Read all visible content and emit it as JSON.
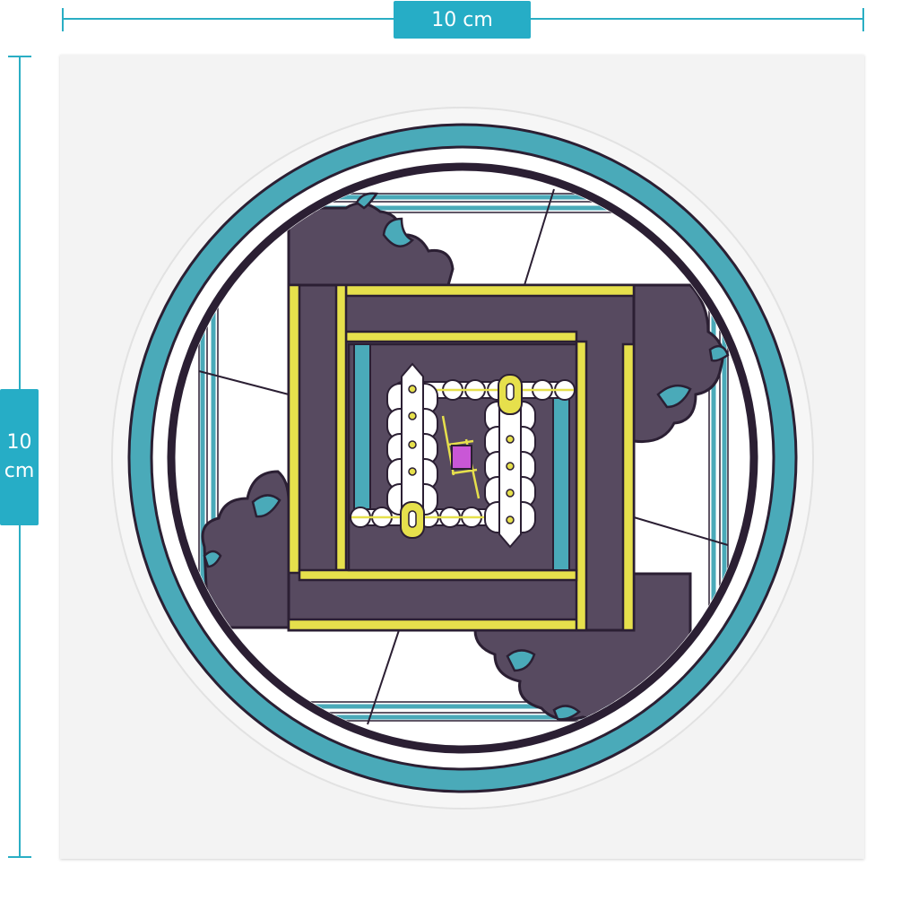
{
  "dimensions": {
    "width_label": "10 cm",
    "height_line1": "10",
    "height_line2": "cm"
  },
  "sticker": {
    "icon": "tiled-spiral-mandala-sticker",
    "colors": {
      "teal": "#4aaab9",
      "plum": "#574a60",
      "yellow": "#e6e04c",
      "outline": "#2b1f33",
      "accent": "#c957d6",
      "paper": "#ffffff",
      "dimension": "#26adc6"
    }
  }
}
